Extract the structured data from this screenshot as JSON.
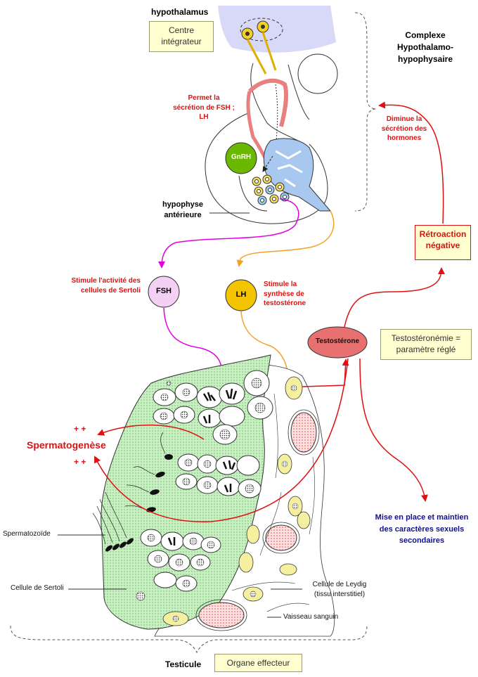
{
  "labels": {
    "hypothalamus": "hypothalamus",
    "centre_integrateur": "Centre intégrateur",
    "complexe": "Complexe Hypothalamo-hypophysaire",
    "permet": "Permet la sécrétion de FSH ; LH",
    "gnrh": "GnRH",
    "hypophyse": "hypophyse antérieure",
    "diminue": "Diminue la sécrétion des hormones",
    "retroaction": "Rétroaction négative",
    "stimule_sertoli": "Stimule l'activité des cellules de Sertoli",
    "fsh": "FSH",
    "lh": "LH",
    "stimule_testo": "Stimule la synthèse de testostérone",
    "testosterone": "Testostérone",
    "testosteronemie": "Testostéronémie = paramètre réglé",
    "plus_top": "+ +",
    "spermatogenese": "Spermatogenèse",
    "plus_bottom": "+ +",
    "mise_en_place": "Mise en place et maintien des caractères sexuels secondaires",
    "spermatozoide": "Spermatozoïde",
    "cellule_sertoli": "Cellule de Sertoli",
    "cellule_leydig": "Cellule de Leydig (tissu interstitiel)",
    "vaisseau": "Vaisseau sanguin",
    "testicule": "Testicule",
    "organe_effecteur": "Organe effecteur"
  },
  "colors": {
    "feedback_red": "#e01010",
    "fsh_pink": "#e000e0",
    "lh_orange": "#f5a020",
    "sertoli_green": "#c8f0c0",
    "leydig_yellow": "#f5f0a0",
    "box_fill": "#ffffd0",
    "hypothalamus_lavender": "#d8d8f8",
    "gnrh_green": "#6ab800",
    "testosterone_pink": "#e87070",
    "text_blue": "#101090"
  }
}
